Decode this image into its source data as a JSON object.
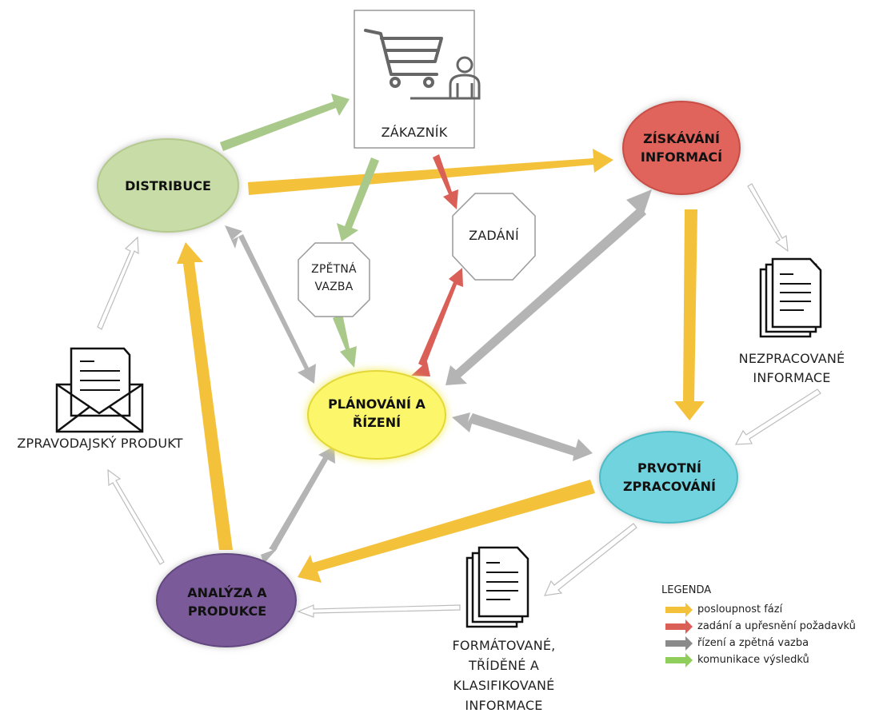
{
  "nodes": {
    "customer": "ZÁKAZNÍK",
    "distribution": "DISTRIBUCE",
    "collection": [
      "ZÍSKÁVÁNÍ",
      "INFORMACÍ"
    ],
    "planning": [
      "PLÁNOVÁNÍ A",
      "ŘÍZENÍ"
    ],
    "processing": [
      "PRVOTNÍ",
      "ZPRACOVÁNÍ"
    ],
    "analysis": [
      "ANALÝZA A",
      "PRODUKCE"
    ]
  },
  "octagons": {
    "assignment": "ZADÁNÍ",
    "feedback": [
      "ZPĚTNÁ",
      "VAZBA"
    ]
  },
  "documents": {
    "raw_info": [
      "NEZPRACOVANÉ",
      "INFORMACE"
    ],
    "formatted_info": [
      "FORMÁTOVANÉ,",
      "TŘÍDĚNÉ A",
      "KLASIFIKOVANÉ",
      "INFORMACE"
    ],
    "report": "ZPRAVODAJSKÝ PRODUKT"
  },
  "legend": {
    "title": "LEGENDA",
    "items": [
      {
        "label": "posloupnost fází",
        "color": "#f4c13b"
      },
      {
        "label": "zadání a upřesnění požadavků",
        "color": "#d95f57"
      },
      {
        "label": "řízení a zpětná vazba",
        "color": "#a8a8a8"
      },
      {
        "label": "komunikace výsledků",
        "color": "#8fce5a"
      }
    ]
  },
  "colors": {
    "sequence": "#f4c13b",
    "requirements": "#d95f57",
    "control": "#b4b4b4",
    "results": "#a9c98a",
    "distribution_fill": "#c8dca8",
    "collection_fill": "#e0645b",
    "planning_fill": "#fbf66a",
    "processing_fill": "#6fd3dd",
    "analysis_fill": "#7a5a99"
  }
}
